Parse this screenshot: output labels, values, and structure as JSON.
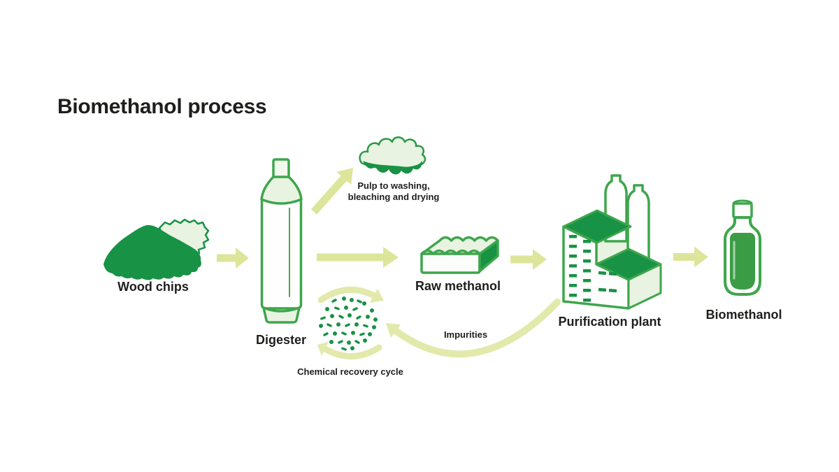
{
  "title": "Biomethanol process",
  "colors": {
    "solid_green": "#189245",
    "outline_green": "#3ea64c",
    "light_green_fill": "#e9f3e2",
    "arrow_green": "#dde59b",
    "cycle_arrow_green": "#e2e9ab",
    "bottle_liquid_green": "#3a9c45",
    "text_color": "#1e1e1c",
    "background": "#ffffff"
  },
  "labels": {
    "wood_chips": "Wood chips",
    "digester": "Digester",
    "pulp_line1": "Pulp to washing,",
    "pulp_line2": "bleaching and drying",
    "raw_methanol": "Raw methanol",
    "purification_plant": "Purification plant",
    "biomethanol": "Biomethanol",
    "recovery_cycle": "Chemical recovery cycle",
    "impurities": "Impurities"
  }
}
